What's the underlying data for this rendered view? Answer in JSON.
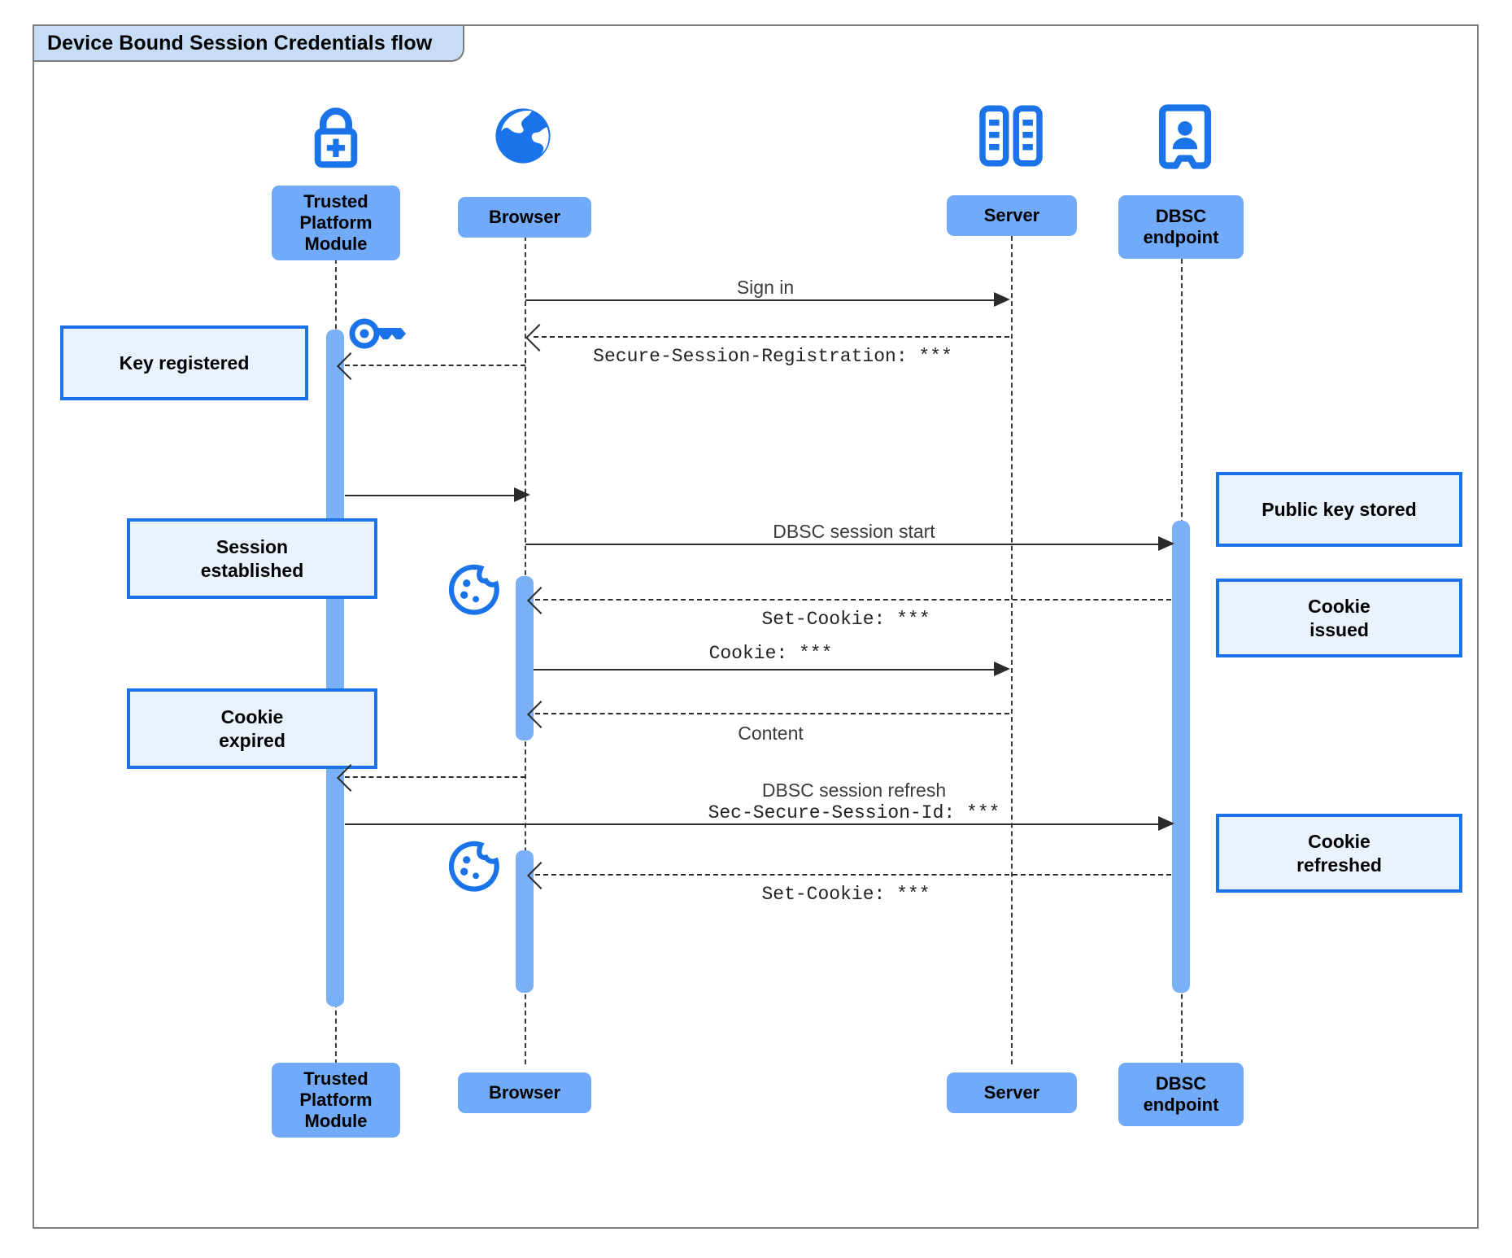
{
  "diagram": {
    "type": "sequence",
    "title": "Device Bound Session Credentials flow",
    "colors": {
      "frame_border": "#7b7b7b",
      "title_fill": "#c7dcf5",
      "participant_fill": "#70aaf8",
      "activation_fill": "#79b0f7",
      "note_fill": "#eaf2fd",
      "note_border": "#1a73e8",
      "icon_blue": "#1a73e8",
      "line": "#2b2b2b"
    }
  },
  "participants": [
    {
      "id": "tpm",
      "label": "Trusted\nPlatform\nModule",
      "icon": "lock-plus-icon"
    },
    {
      "id": "browser",
      "label": "Browser",
      "icon": "globe-icon"
    },
    {
      "id": "server",
      "label": "Server",
      "icon": "server-rack-icon"
    },
    {
      "id": "dbsc",
      "label": "DBSC\nendpoint",
      "icon": "id-badge-icon"
    }
  ],
  "messages": [
    {
      "id": "m1",
      "from": "browser",
      "to": "server",
      "text": "Sign in",
      "style": "solid",
      "mono": false
    },
    {
      "id": "m2",
      "from": "server",
      "to": "browser",
      "text": "Secure-Session-Registration: ***",
      "style": "dashed",
      "mono": true
    },
    {
      "id": "m3",
      "from": "tpm",
      "to": "browser",
      "text": "",
      "style": "solid",
      "mono": false
    },
    {
      "id": "m4",
      "from": "browser",
      "to": "dbsc",
      "text": "DBSC session start",
      "style": "solid",
      "mono": false
    },
    {
      "id": "m5",
      "from": "dbsc",
      "to": "browser",
      "text": "Set-Cookie: ***",
      "style": "dashed",
      "mono": true
    },
    {
      "id": "m6",
      "from": "browser",
      "to": "server",
      "text": "Cookie: ***",
      "style": "solid",
      "mono": true
    },
    {
      "id": "m7",
      "from": "server",
      "to": "browser",
      "text": "Content",
      "style": "dashed",
      "mono": false
    },
    {
      "id": "m8",
      "from": "browser",
      "to": "tpm",
      "text": "",
      "style": "dashed",
      "mono": false
    },
    {
      "id": "m9",
      "from": "tpm",
      "to": "dbsc",
      "text": "DBSC session refresh",
      "text2": "Sec-Secure-Session-Id: ***",
      "style": "solid",
      "mono": false
    },
    {
      "id": "m10",
      "from": "dbsc",
      "to": "browser",
      "text": "Set-Cookie: ***",
      "style": "dashed",
      "mono": true
    }
  ],
  "notes": [
    {
      "id": "n1",
      "side": "left",
      "text": "Key registered",
      "attached": "tpm"
    },
    {
      "id": "n2",
      "side": "left",
      "text": "Session\nestablished",
      "attached": "tpm"
    },
    {
      "id": "n3",
      "side": "left",
      "text": "Cookie\nexpired",
      "attached": "tpm"
    },
    {
      "id": "n4",
      "side": "right",
      "text": "Public key stored",
      "attached": "dbsc"
    },
    {
      "id": "n5",
      "side": "right",
      "text": "Cookie\nissued",
      "attached": "dbsc"
    },
    {
      "id": "n6",
      "side": "right",
      "text": "Cookie\nrefreshed",
      "attached": "dbsc"
    }
  ],
  "inline_icons": [
    {
      "id": "key",
      "name": "key-icon",
      "near": "tpm"
    },
    {
      "id": "cookie1",
      "name": "cookie-icon",
      "near": "browser"
    },
    {
      "id": "cookie2",
      "name": "cookie-icon",
      "near": "browser"
    }
  ],
  "labels": {
    "m1": "Sign in",
    "m2": "Secure-Session-Registration: ***",
    "m4": "DBSC session start",
    "m5": "Set-Cookie: ***",
    "m6": "Cookie: ***",
    "m7": "Content",
    "m9a": "DBSC session refresh",
    "m9b": "Sec-Secure-Session-Id: ***",
    "m10": "Set-Cookie: ***"
  },
  "participant_labels": {
    "tpm_l1": "Trusted",
    "tpm_l2": "Platform",
    "tpm_l3": "Module",
    "browser": "Browser",
    "server": "Server",
    "dbsc_l1": "DBSC",
    "dbsc_l2": "endpoint"
  },
  "note_labels": {
    "n1": "Key registered",
    "n2_l1": "Session",
    "n2_l2": "established",
    "n3_l1": "Cookie",
    "n3_l2": "expired",
    "n4": "Public key stored",
    "n5_l1": "Cookie",
    "n5_l2": "issued",
    "n6_l1": "Cookie",
    "n6_l2": "refreshed"
  }
}
